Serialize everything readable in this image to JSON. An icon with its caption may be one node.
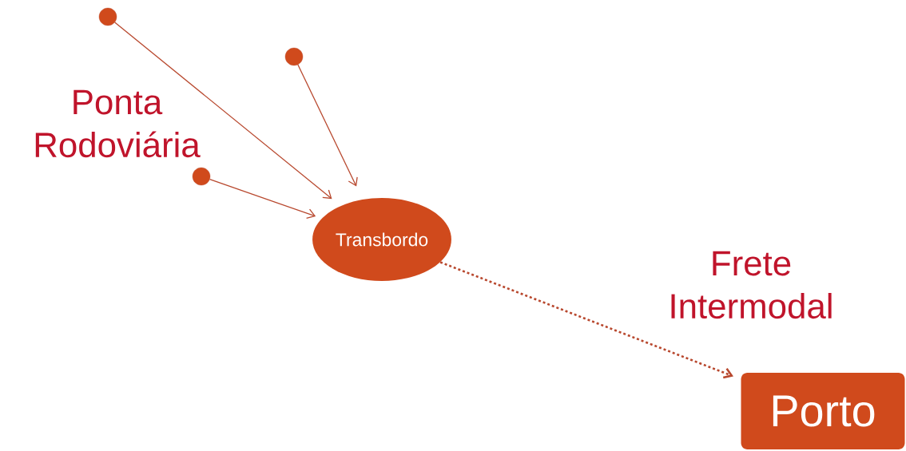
{
  "diagram": {
    "nodes": [
      {
        "text": [],
        "shape": "circle"
      },
      {
        "text": [],
        "shape": "circle"
      },
      {
        "text": [],
        "shape": "circle"
      },
      {
        "text": [
          "Transbordo"
        ]
      },
      {
        "text": [
          "Porto"
        ]
      }
    ],
    "edges": [
      {
        "from": 0,
        "to": 3,
        "arrow": "to"
      },
      {
        "from": 1,
        "to": 3,
        "arrow": "to"
      },
      {
        "from": 2,
        "to": 3,
        "arrow": "to"
      },
      {
        "from": 3,
        "to": 4,
        "arrow": "to",
        "style": "dashed"
      }
    ],
    "labels": [
      "Ponta Rodoviária",
      "Frete Intermodal"
    ]
  }
}
